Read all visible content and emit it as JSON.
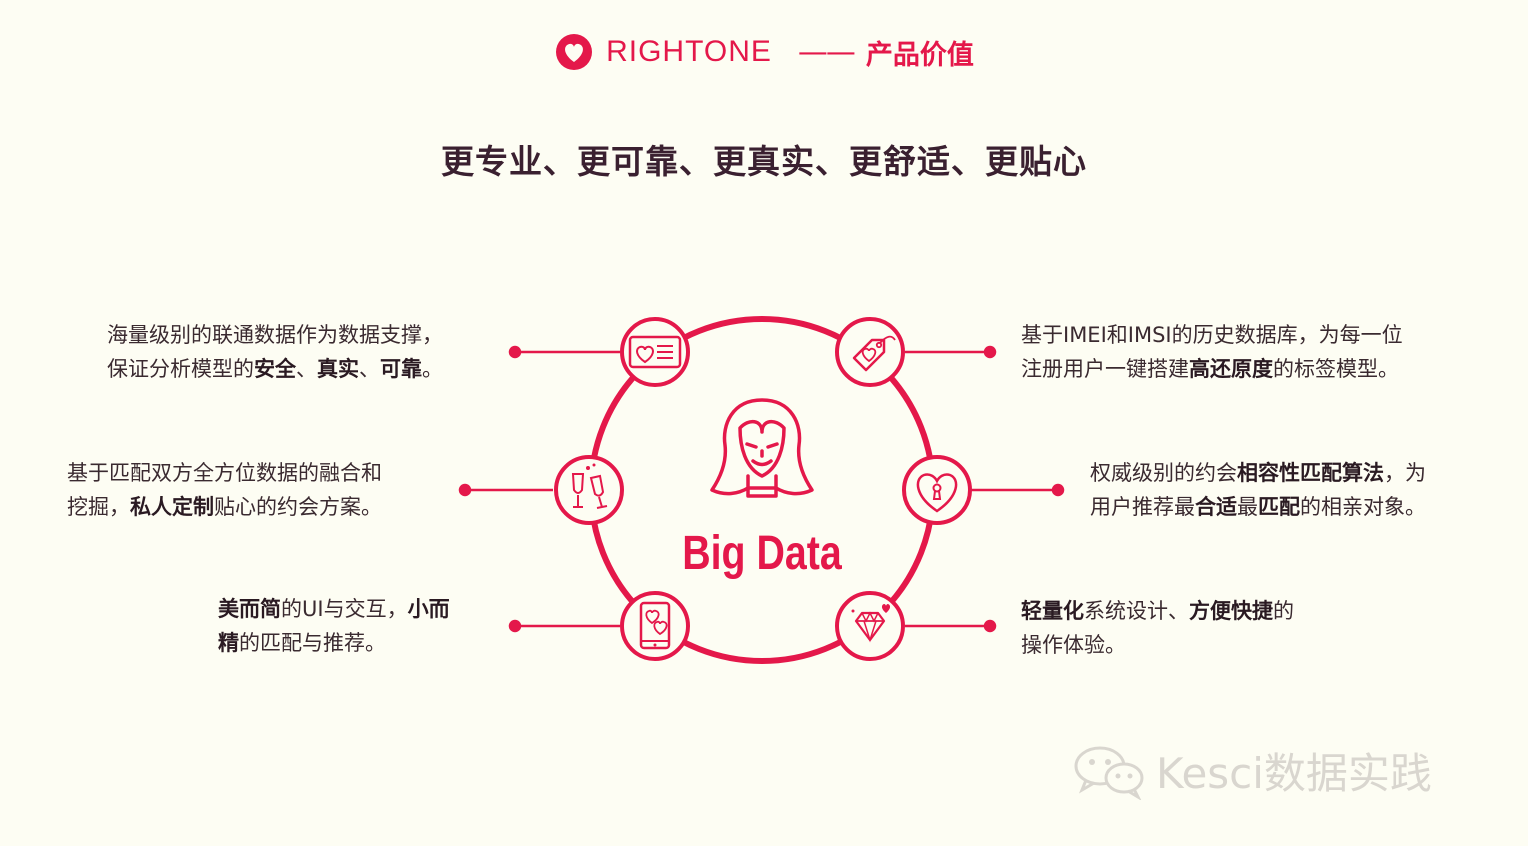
{
  "header": {
    "brand": "RIGHTONE",
    "separator": "——",
    "subtitle": "产品价值"
  },
  "tagline": "更专业、更可靠、更真实、更舒适、更贴心",
  "center": {
    "label": "Big Data"
  },
  "features": {
    "top_left": {
      "line1": "海量级别的联通数据作为数据支撑，",
      "line2_prefix": "保证分析模型的",
      "line2_b1": "安全",
      "line2_s1": "、",
      "line2_b2": "真实",
      "line2_s2": "、",
      "line2_b3": "可靠",
      "line2_end": "。"
    },
    "mid_left": {
      "line1": "基于匹配双方全方位数据的融合和",
      "line2_prefix": "挖掘，",
      "line2_b1": "私人定制",
      "line2_end": "贴心的约会方案。"
    },
    "bottom_left": {
      "line1_b1": "美而简",
      "line1_mid": "的UI与交互，",
      "line1_b2": "小而",
      "line2_b1": "精",
      "line2_end": "的匹配与推荐。"
    },
    "top_right": {
      "line1": "基于IMEI和IMSI的历史数据库，为每一位",
      "line2_prefix": "注册用户一键搭建",
      "line2_b1": "高还原度",
      "line2_end": "的标签模型。"
    },
    "mid_right": {
      "line1_prefix": "权威级别的约会",
      "line1_b1": "相容性匹配算法",
      "line1_end": "，为",
      "line2_prefix": "用户推荐最",
      "line2_b1": "合适",
      "line2_mid": "最",
      "line2_b2": "匹配",
      "line2_end": "的相亲对象。"
    },
    "bottom_right": {
      "line1_b1": "轻量化",
      "line1_mid": "系统设计、",
      "line1_b2": "方便快捷",
      "line1_end": "的",
      "line2": "操作体验。"
    }
  },
  "icons": {
    "logo": "heart-logo-icon",
    "top_left": "love-letter-icon",
    "mid_left": "champagne-glasses-icon",
    "bottom_left": "mobile-heart-icon",
    "top_right": "heart-tag-icon",
    "mid_right": "heart-lock-icon",
    "bottom_right": "diamond-icon",
    "center": "woman-face-icon",
    "watermark": "wechat-icon"
  },
  "watermark": {
    "text": "Kesci数据实践"
  },
  "colors": {
    "accent": "#e4184a",
    "background": "#fdfdf3",
    "text": "#3a2a30",
    "watermark": "#d9d6cf"
  }
}
